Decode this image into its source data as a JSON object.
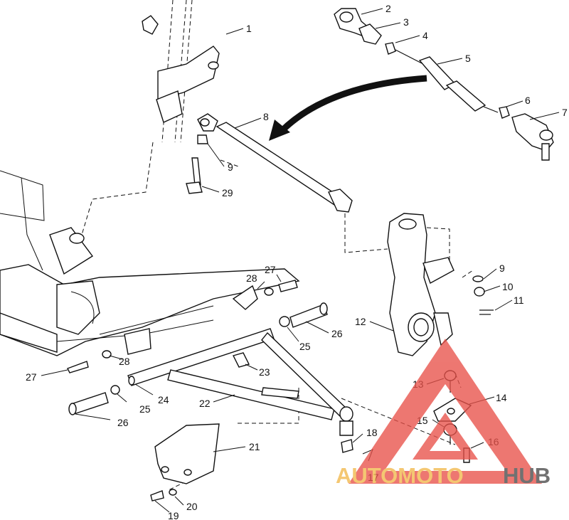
{
  "callouts": [
    "1",
    "2",
    "3",
    "4",
    "5",
    "6",
    "7",
    "8",
    "9",
    "29",
    "9",
    "10",
    "11",
    "12",
    "27",
    "28",
    "26",
    "25",
    "27",
    "28",
    "23",
    "24",
    "22",
    "25",
    "26",
    "13",
    "14",
    "15",
    "16",
    "18",
    "17",
    "21",
    "19",
    "20"
  ],
  "watermark": {
    "prefix": "AUTOMOTO",
    "suffix": "HUB",
    "colors": {
      "triangle": "#e8524a",
      "prefix": "#f2b84b",
      "suffix": "#4a4a4a"
    }
  }
}
